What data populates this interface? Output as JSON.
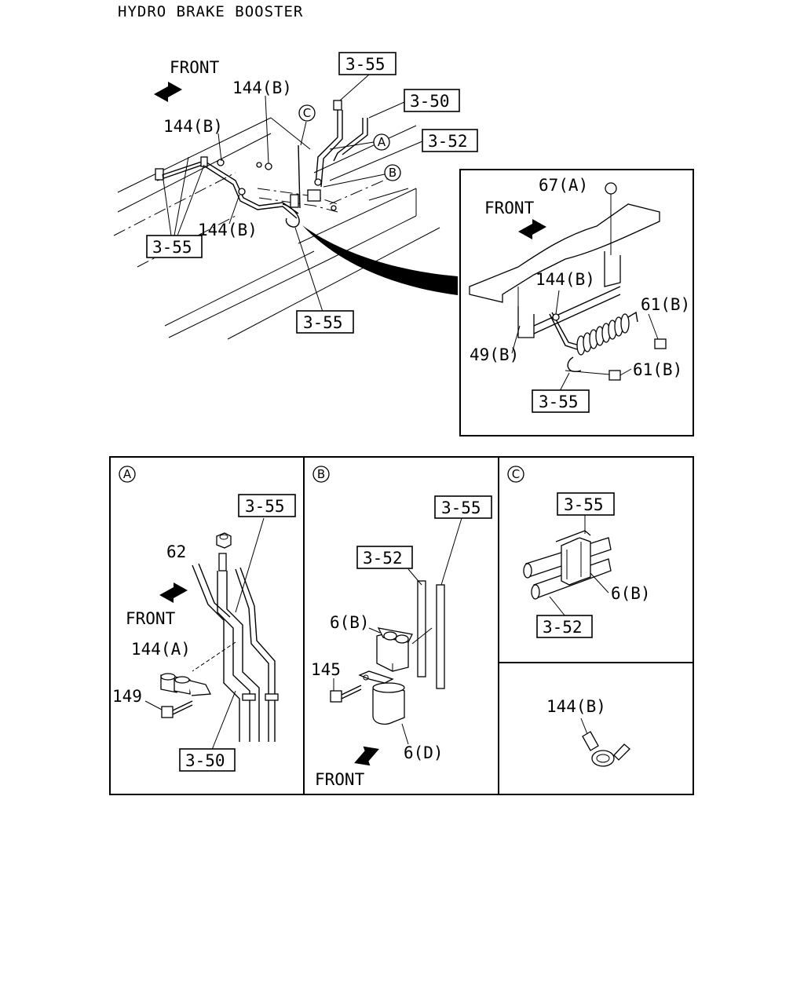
{
  "title": "HYDRO BRAKE BOOSTER",
  "labels": {
    "front": "FRONT",
    "ref_3_55": "3-55",
    "ref_3_50": "3-50",
    "ref_3_52": "3-52",
    "p144b": "144(B)",
    "p144a": "144(A)",
    "p67a": "67(A)",
    "p61b": "61(B)",
    "p49b": "49(B)",
    "p62": "62",
    "p149": "149",
    "p145": "145",
    "p6b": "6(B)",
    "p6d": "6(D)",
    "callout_a": "A",
    "callout_b": "B",
    "callout_c": "C"
  }
}
